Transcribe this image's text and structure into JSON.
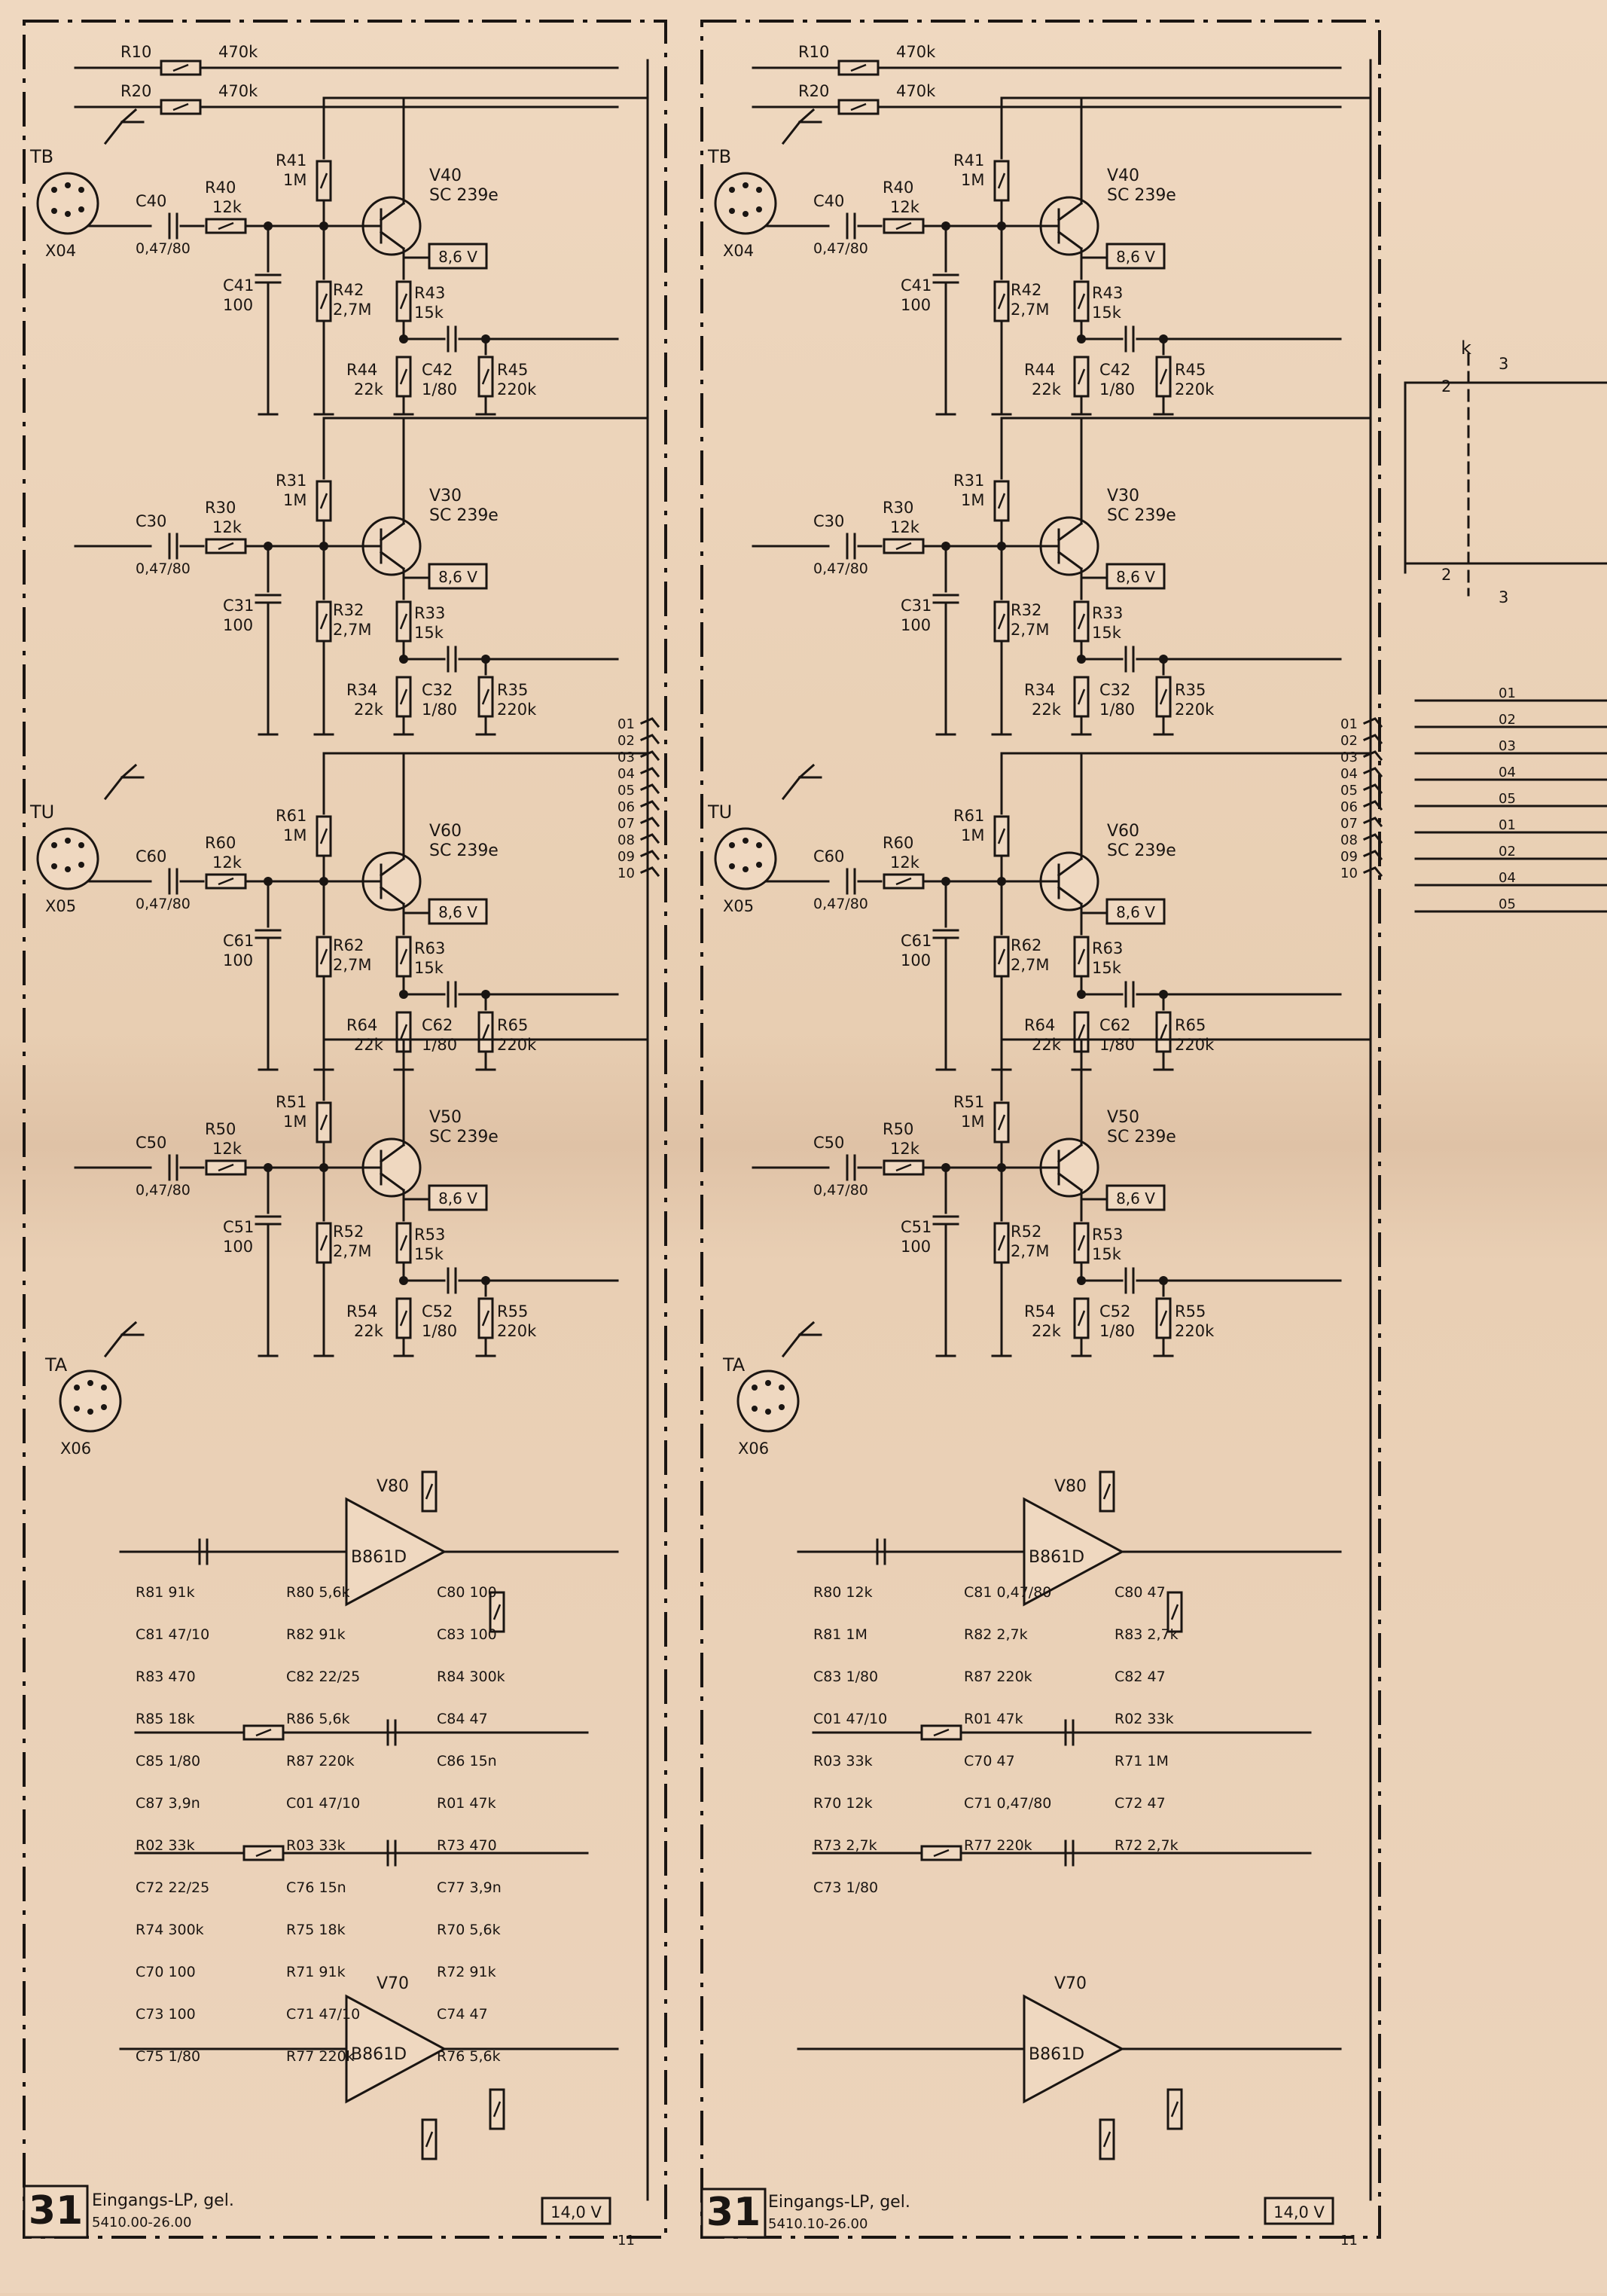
{
  "panels": [
    {
      "sheet_number": "31",
      "title": "Eingangs-LP, gel.",
      "part_number": "5410.00-26.00",
      "top_resistors": [
        {
          "ref": "R10",
          "value": "470k"
        },
        {
          "ref": "R20",
          "value": "470k"
        }
      ],
      "stages": [
        {
          "jack": "TB",
          "connector": "X04",
          "c_in": "C40",
          "c_in_val": "0,47/80",
          "r_in": "R40",
          "r_in_val": "12k",
          "r_bias": "R41",
          "r_bias_val": "1M",
          "c_shunt": "C41",
          "c_shunt_val": "100",
          "r_low": "R42",
          "r_low_val": "2,7M",
          "transistor": "V40",
          "type": "SC 239e",
          "supply": "8,6 V",
          "r_e": "R43",
          "r_e_val": "15k",
          "r_e2": "R44",
          "r_e2_val": "22k",
          "c_out": "C42",
          "c_out_val": "1/80",
          "r_out": "R45",
          "r_out_val": "220k"
        },
        {
          "jack": "",
          "connector": "",
          "c_in": "C30",
          "c_in_val": "0,47/80",
          "r_in": "R30",
          "r_in_val": "12k",
          "r_bias": "R31",
          "r_bias_val": "1M",
          "c_shunt": "C31",
          "c_shunt_val": "100",
          "r_low": "R32",
          "r_low_val": "2,7M",
          "transistor": "V30",
          "type": "SC 239e",
          "supply": "8,6 V",
          "r_e": "R33",
          "r_e_val": "15k",
          "r_e2": "R34",
          "r_e2_val": "22k",
          "c_out": "C32",
          "c_out_val": "1/80",
          "r_out": "R35",
          "r_out_val": "220k"
        },
        {
          "jack": "TU",
          "connector": "X05",
          "c_in": "C60",
          "c_in_val": "0,47/80",
          "r_in": "R60",
          "r_in_val": "12k",
          "r_bias": "R61",
          "r_bias_val": "1M",
          "c_shunt": "C61",
          "c_shunt_val": "100",
          "r_low": "R62",
          "r_low_val": "2,7M",
          "transistor": "V60",
          "type": "SC 239e",
          "supply": "8,6 V",
          "r_e": "R63",
          "r_e_val": "15k",
          "r_e2": "R64",
          "r_e2_val": "22k",
          "c_out": "C62",
          "c_out_val": "1/80",
          "r_out": "R65",
          "r_out_val": "220k"
        },
        {
          "jack": "",
          "connector": "",
          "c_in": "C50",
          "c_in_val": "0,47/80",
          "r_in": "R50",
          "r_in_val": "12k",
          "r_bias": "R51",
          "r_bias_val": "1M",
          "c_shunt": "C51",
          "c_shunt_val": "100",
          "r_low": "R52",
          "r_low_val": "2,7M",
          "transistor": "V50",
          "type": "SC 239e",
          "supply": "8,6 V",
          "r_e": "R53",
          "r_e_val": "15k",
          "r_e2": "R54",
          "r_e2_val": "22k",
          "c_out": "C52",
          "c_out_val": "1/80",
          "r_out": "R55",
          "r_out_val": "220k"
        }
      ],
      "opamp_section": {
        "jack": "TA",
        "connector": "X06",
        "labels": [
          "R81 91k",
          "R80 5,6k",
          "C80 100",
          "C81 47/10",
          "R82 91k",
          "C83 100",
          "R83 470",
          "C82 22/25",
          "R84 300k",
          "R85 18k",
          "R86 5,6k",
          "C84 47",
          "C85 1/80",
          "R87 220k",
          "C86 15n",
          "C87 3,9n",
          "C01 47/10",
          "R01 47k",
          "R02 33k",
          "R03 33k",
          "R73 470",
          "C72 22/25",
          "C76 15n",
          "C77 3,9n",
          "R74 300k",
          "R75 18k",
          "R70 5,6k",
          "C70 100",
          "R71 91k",
          "R72 91k",
          "C73 100",
          "C71 47/10",
          "C74 47",
          "C75 1/80",
          "R77 220k",
          "R76 5,6k"
        ],
        "opamps": [
          {
            "ref": "V80",
            "type": "B861D"
          },
          {
            "ref": "V70",
            "type": "B861D"
          }
        ],
        "supply": "14,0 V",
        "pin": "11"
      },
      "bus_pins": [
        "01",
        "02",
        "03",
        "04",
        "05",
        "06",
        "07",
        "08",
        "09",
        "10"
      ]
    },
    {
      "sheet_number": "31",
      "title": "Eingangs-LP, gel.",
      "part_number": "5410.10-26.00",
      "top_resistors": [
        {
          "ref": "R10",
          "value": "470k"
        },
        {
          "ref": "R20",
          "value": "470k"
        }
      ],
      "stages": [
        {
          "jack": "TB",
          "connector": "X04",
          "c_in": "C40",
          "c_in_val": "0,47/80",
          "r_in": "R40",
          "r_in_val": "12k",
          "r_bias": "R41",
          "r_bias_val": "1M",
          "c_shunt": "C41",
          "c_shunt_val": "100",
          "r_low": "R42",
          "r_low_val": "2,7M",
          "transistor": "V40",
          "type": "SC 239e",
          "supply": "8,6 V",
          "r_e": "R43",
          "r_e_val": "15k",
          "r_e2": "R44",
          "r_e2_val": "22k",
          "c_out": "C42",
          "c_out_val": "1/80",
          "r_out": "R45",
          "r_out_val": "220k"
        },
        {
          "jack": "",
          "connector": "",
          "c_in": "C30",
          "c_in_val": "0,47/80",
          "r_in": "R30",
          "r_in_val": "12k",
          "r_bias": "R31",
          "r_bias_val": "1M",
          "c_shunt": "C31",
          "c_shunt_val": "100",
          "r_low": "R32",
          "r_low_val": "2,7M",
          "transistor": "V30",
          "type": "SC 239e",
          "supply": "8,6 V",
          "r_e": "R33",
          "r_e_val": "15k",
          "r_e2": "R34",
          "r_e2_val": "22k",
          "c_out": "C32",
          "c_out_val": "1/80",
          "r_out": "R35",
          "r_out_val": "220k"
        },
        {
          "jack": "TU",
          "connector": "X05",
          "c_in": "C60",
          "c_in_val": "0,47/80",
          "r_in": "R60",
          "r_in_val": "12k",
          "r_bias": "R61",
          "r_bias_val": "1M",
          "c_shunt": "C61",
          "c_shunt_val": "100",
          "r_low": "R62",
          "r_low_val": "2,7M",
          "transistor": "V60",
          "type": "SC 239e",
          "supply": "8,6 V",
          "r_e": "R63",
          "r_e_val": "15k",
          "r_e2": "R64",
          "r_e2_val": "22k",
          "c_out": "C62",
          "c_out_val": "1/80",
          "r_out": "R65",
          "r_out_val": "220k"
        },
        {
          "jack": "",
          "connector": "",
          "c_in": "C50",
          "c_in_val": "0,47/80",
          "r_in": "R50",
          "r_in_val": "12k",
          "r_bias": "R51",
          "r_bias_val": "1M",
          "c_shunt": "C51",
          "c_shunt_val": "100",
          "r_low": "R52",
          "r_low_val": "2,7M",
          "transistor": "V50",
          "type": "SC 239e",
          "supply": "8,6 V",
          "r_e": "R53",
          "r_e_val": "15k",
          "r_e2": "R54",
          "r_e2_val": "22k",
          "c_out": "C52",
          "c_out_val": "1/80",
          "r_out": "R55",
          "r_out_val": "220k"
        }
      ],
      "opamp_section": {
        "jack": "TA",
        "connector": "X06",
        "labels": [
          "R80 12k",
          "C81 0,47/80",
          "C80 47",
          "R81 1M",
          "R82 2,7k",
          "R83 2,7k",
          "C83 1/80",
          "R87 220k",
          "C82 47",
          "C01 47/10",
          "R01 47k",
          "R02 33k",
          "R03 33k",
          "C70 47",
          "R71 1M",
          "R70 12k",
          "C71 0,47/80",
          "C72 47",
          "R73 2,7k",
          "R77 220k",
          "R72 2,7k",
          "C73 1/80"
        ],
        "opamps": [
          {
            "ref": "V80",
            "type": "B861D"
          },
          {
            "ref": "V70",
            "type": "B861D"
          }
        ],
        "supply": "14,0 V",
        "pin": "11"
      },
      "bus_pins": [
        "01",
        "02",
        "03",
        "04",
        "05",
        "06",
        "07",
        "08",
        "09",
        "10"
      ]
    }
  ],
  "switch_section": {
    "switch_label": "k",
    "contacts": [
      "2",
      "3",
      "2",
      "3"
    ],
    "connectors": [
      "01",
      "02",
      "03",
      "04",
      "05",
      "01",
      "02",
      "04",
      "05"
    ]
  }
}
